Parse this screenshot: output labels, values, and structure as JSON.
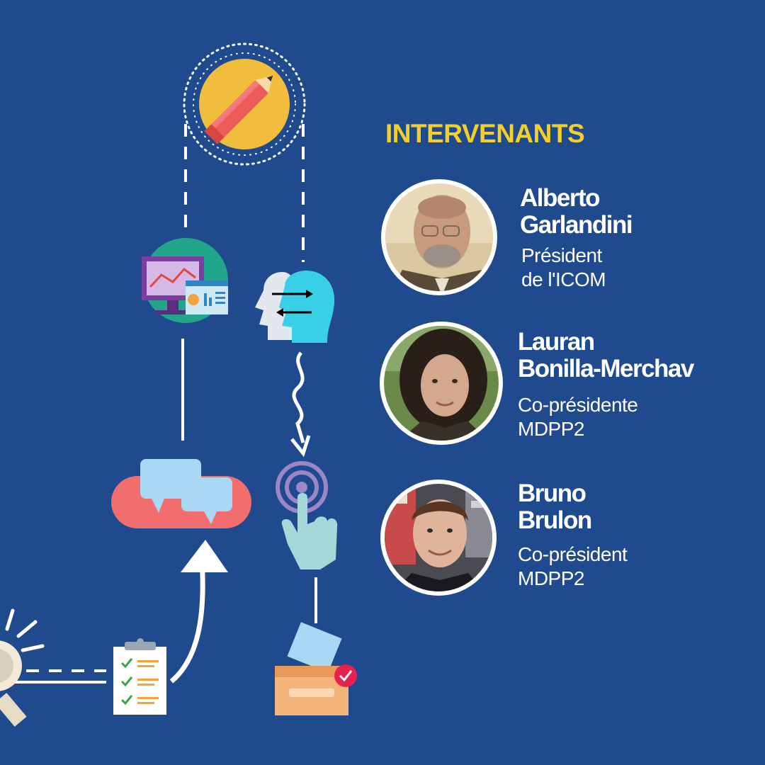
{
  "section_title": "INTERVENANTS",
  "speakers": [
    {
      "first_name": "Alberto",
      "last_name": "Garlandini",
      "role_line1": "Président",
      "role_line2": "de l'ICOM"
    },
    {
      "first_name": "Lauran",
      "last_name": "Bonilla-Merchav",
      "role_line1": "Co-présidente",
      "role_line2": "MDPP2"
    },
    {
      "first_name": "Bruno",
      "last_name": "Brulon",
      "role_line1": "Co-président",
      "role_line2": "MDPP2"
    }
  ],
  "colors": {
    "background": "#1f4b8e",
    "title_accent": "#f4cf2a",
    "text": "#ffffff"
  },
  "icons": [
    "pencil-icon",
    "dashboard-icon",
    "exchange-heads-icon",
    "chat-bubbles-icon",
    "touch-tap-icon",
    "magnifier-icon",
    "checklist-icon",
    "ballot-box-icon"
  ]
}
